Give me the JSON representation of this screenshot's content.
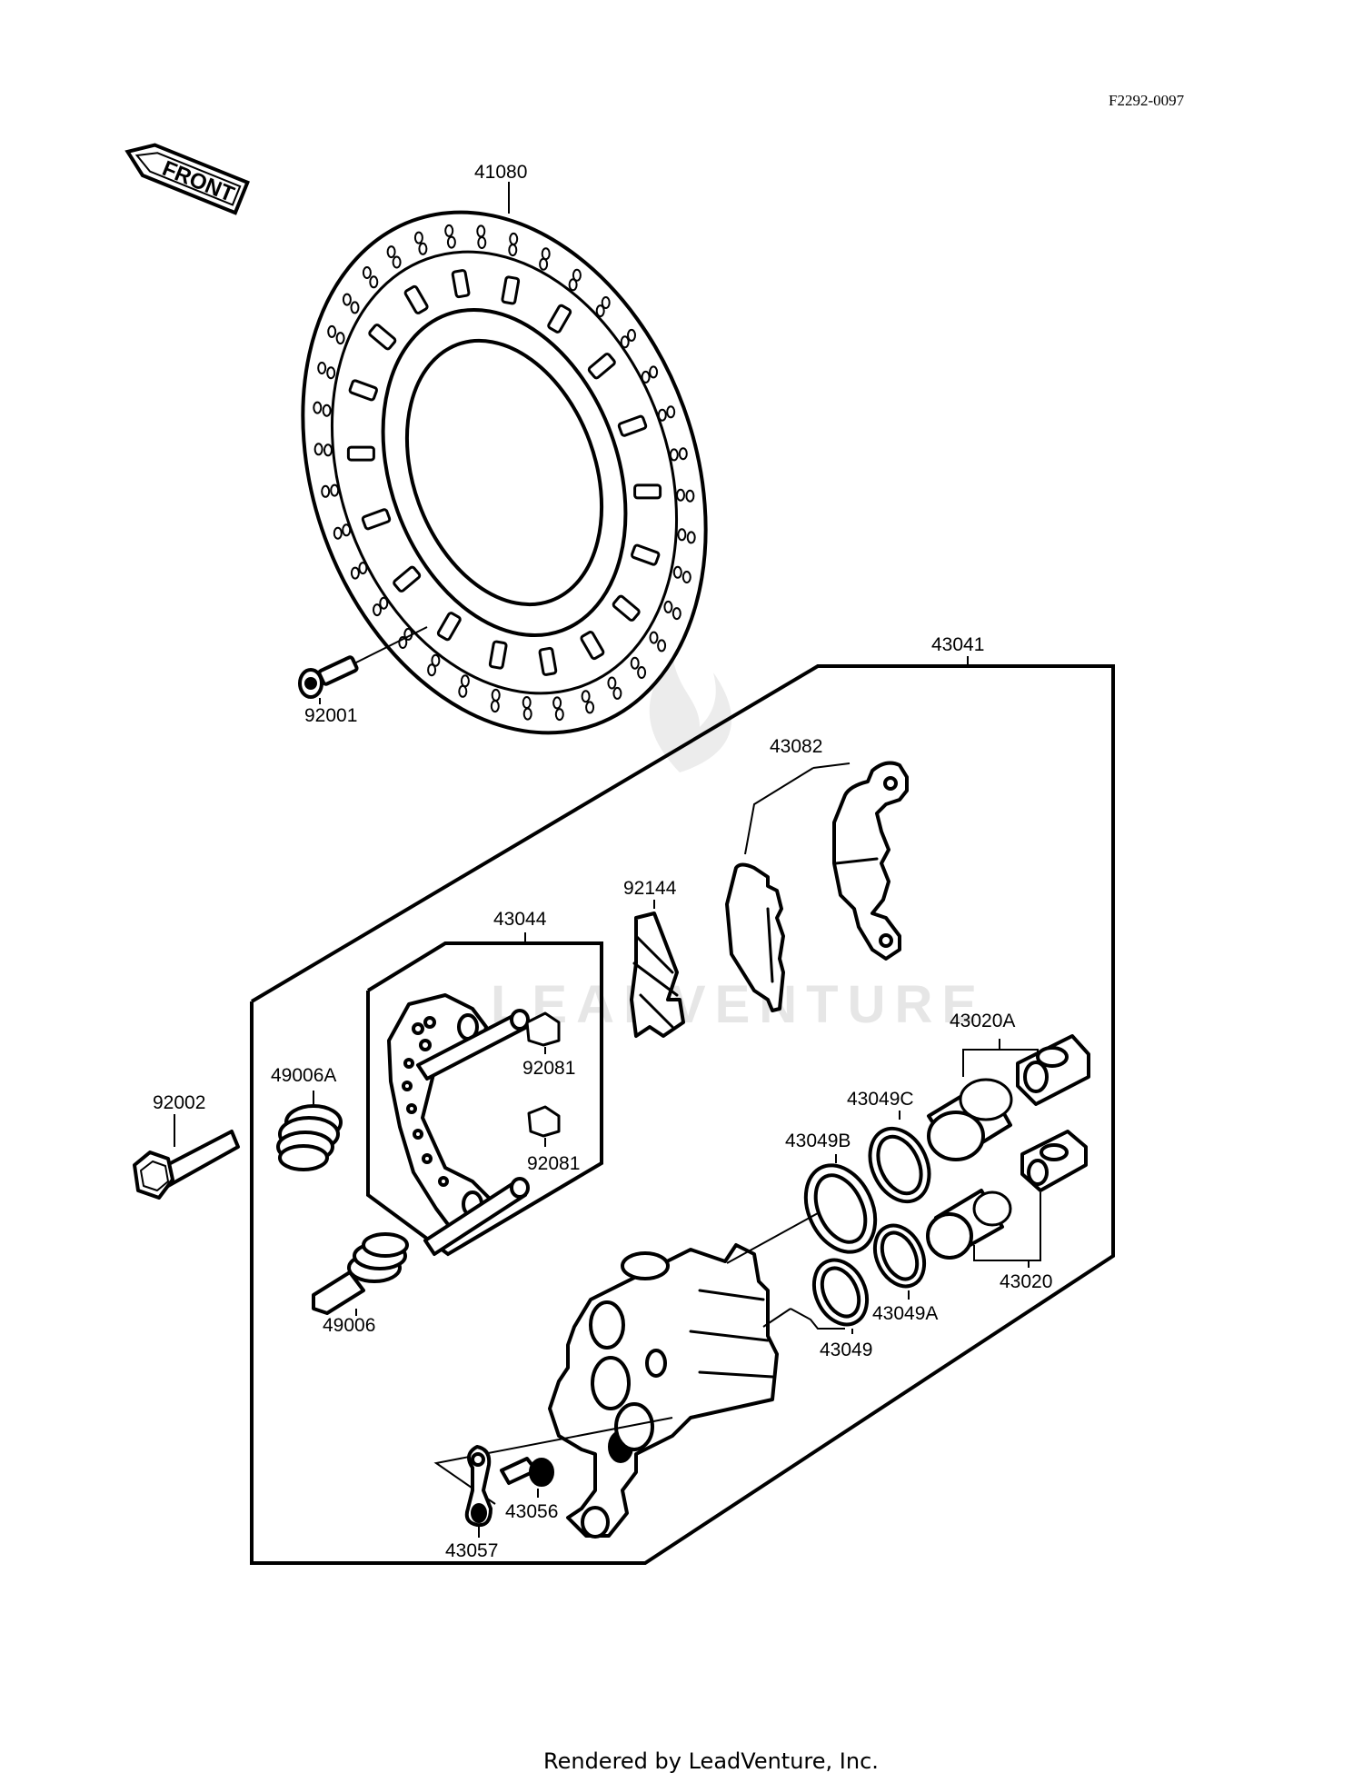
{
  "diagram_code": "F2292-0097",
  "front_label": "FRONT",
  "watermark": "LEADVENTURE",
  "footer": "Rendered by LeadVenture, Inc.",
  "parts": {
    "p41080": "41080",
    "p92001": "92001",
    "p43041": "43041",
    "p43082": "43082",
    "p92144": "92144",
    "p43044": "43044",
    "p92081a": "92081",
    "p92081b": "92081",
    "p92002": "92002",
    "p49006A": "49006A",
    "p49006": "49006",
    "p43020A": "43020A",
    "p43049C": "43049C",
    "p43049B": "43049B",
    "p43020": "43020",
    "p43049A": "43049A",
    "p43049": "43049",
    "p43056": "43056",
    "p43057": "43057"
  }
}
